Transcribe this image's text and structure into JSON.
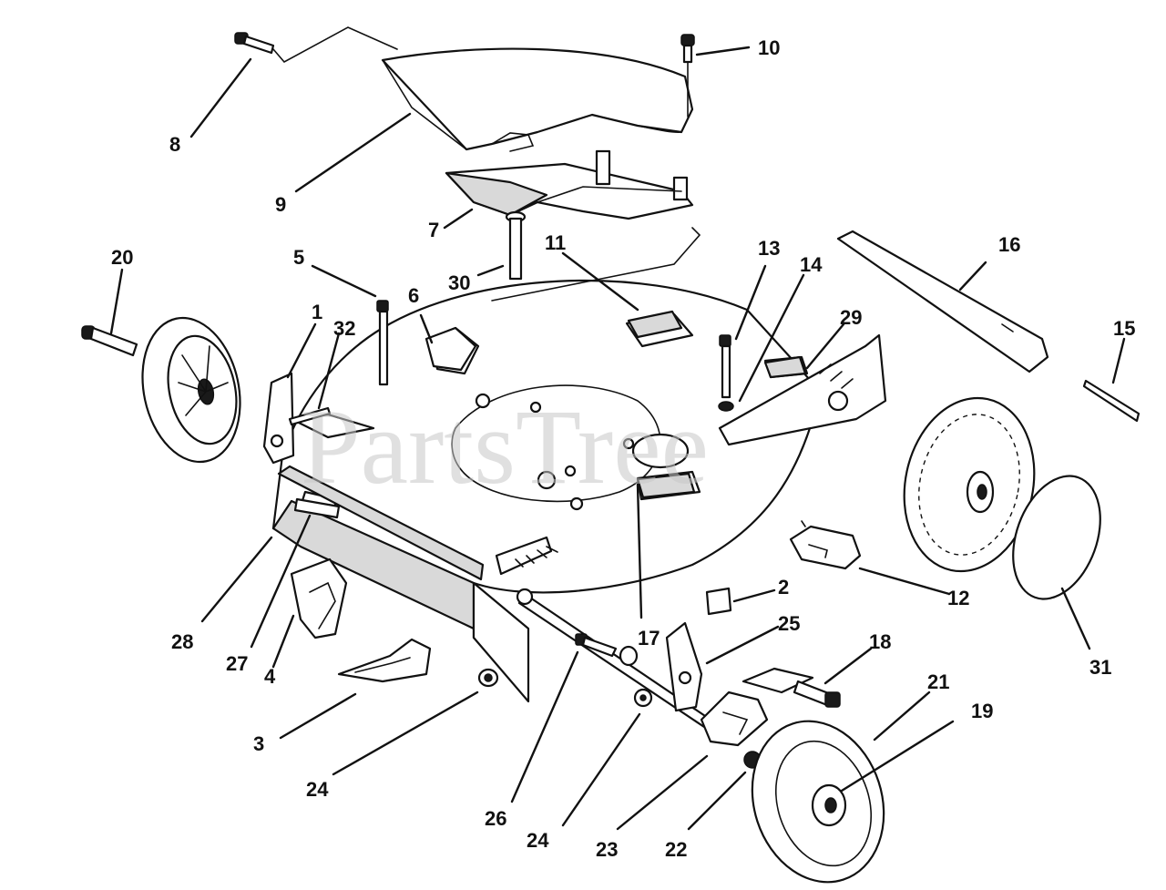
{
  "watermark": "PartsTree",
  "footer_caption": "",
  "callouts": {
    "c1": "1",
    "c2": "2",
    "c3": "3",
    "c4": "4",
    "c5": "5",
    "c6": "6",
    "c7": "7",
    "c8": "8",
    "c9": "9",
    "c10": "10",
    "c11": "11",
    "c12": "12",
    "c13": "13",
    "c14": "14",
    "c15": "15",
    "c16": "16",
    "c17": "17",
    "c18": "18",
    "c19": "19",
    "c20": "20",
    "c21": "21",
    "c22": "22",
    "c23": "23",
    "c24a": "24",
    "c24b": "24",
    "c25": "25",
    "c26": "26",
    "c27": "27",
    "c28": "28",
    "c29": "29",
    "c30": "30",
    "c31": "31",
    "c32": "32"
  }
}
